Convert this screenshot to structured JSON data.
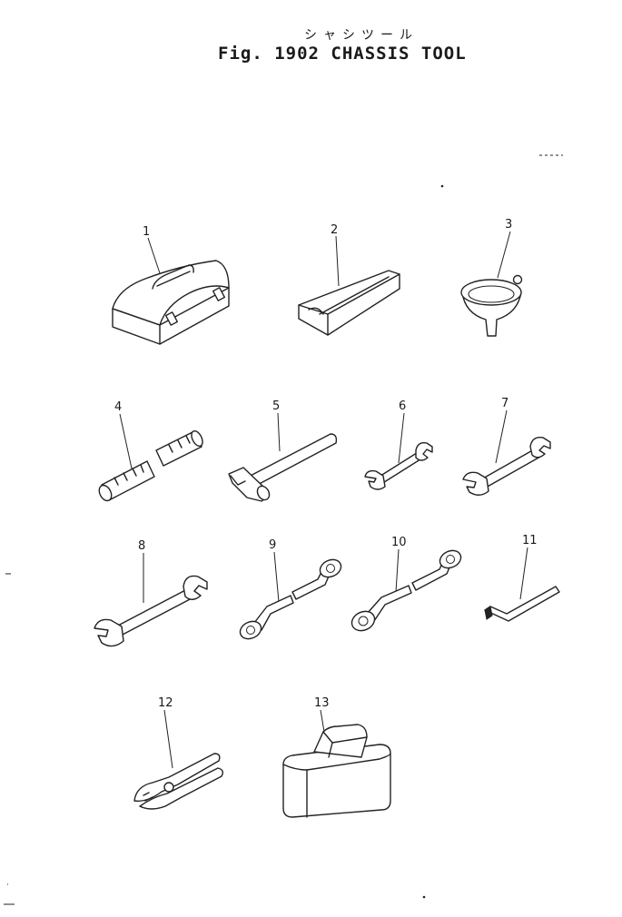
{
  "header": {
    "kana": "シャシツール",
    "title": "Fig. 1902 CHASSIS TOOL"
  },
  "parts": [
    {
      "number": "1",
      "icon": "toolbox-icon"
    },
    {
      "number": "2",
      "icon": "wheel-chock-icon"
    },
    {
      "number": "3",
      "icon": "funnel-icon"
    },
    {
      "number": "4",
      "icon": "socket-tube-icon"
    },
    {
      "number": "5",
      "icon": "hammer-icon"
    },
    {
      "number": "6",
      "icon": "small-wrench-icon"
    },
    {
      "number": "7",
      "icon": "wrench-icon"
    },
    {
      "number": "8",
      "icon": "large-wrench-icon"
    },
    {
      "number": "9",
      "icon": "offset-ring-wrench-icon"
    },
    {
      "number": "10",
      "icon": "offset-ring-wrench-icon"
    },
    {
      "number": "11",
      "icon": "hex-key-icon"
    },
    {
      "number": "12",
      "icon": "pliers-icon"
    },
    {
      "number": "13",
      "icon": "tool-bag-icon"
    }
  ]
}
